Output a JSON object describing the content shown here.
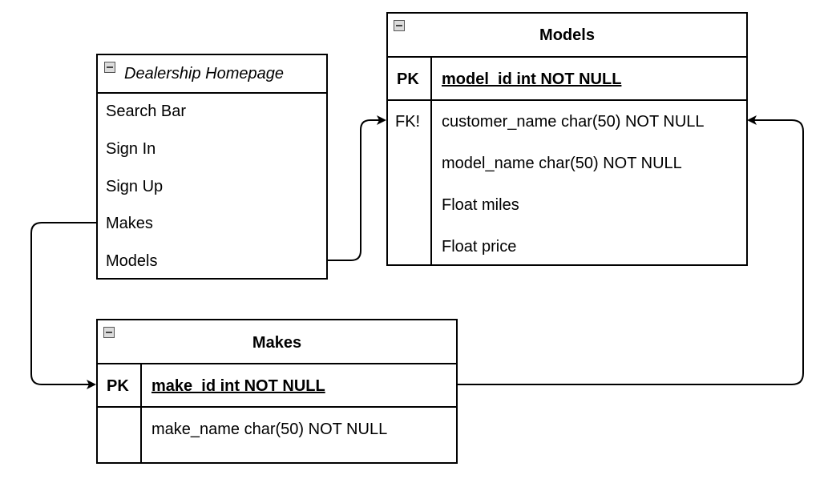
{
  "homepage": {
    "title": "Dealership Homepage",
    "items": [
      "Search Bar",
      "Sign In",
      "Sign Up",
      "Makes",
      "Models"
    ]
  },
  "models": {
    "title": "Models",
    "pk_label": "PK",
    "pk_field": "model_id int NOT NULL",
    "fk_label": "FK!",
    "fields": [
      "customer_name char(50) NOT NULL",
      "model_name char(50) NOT NULL",
      "Float miles",
      "Float price"
    ]
  },
  "makes": {
    "title": "Makes",
    "pk_label": "PK",
    "pk_field": "make_id int NOT NULL",
    "fields": [
      "make_name char(50) NOT NULL"
    ]
  }
}
